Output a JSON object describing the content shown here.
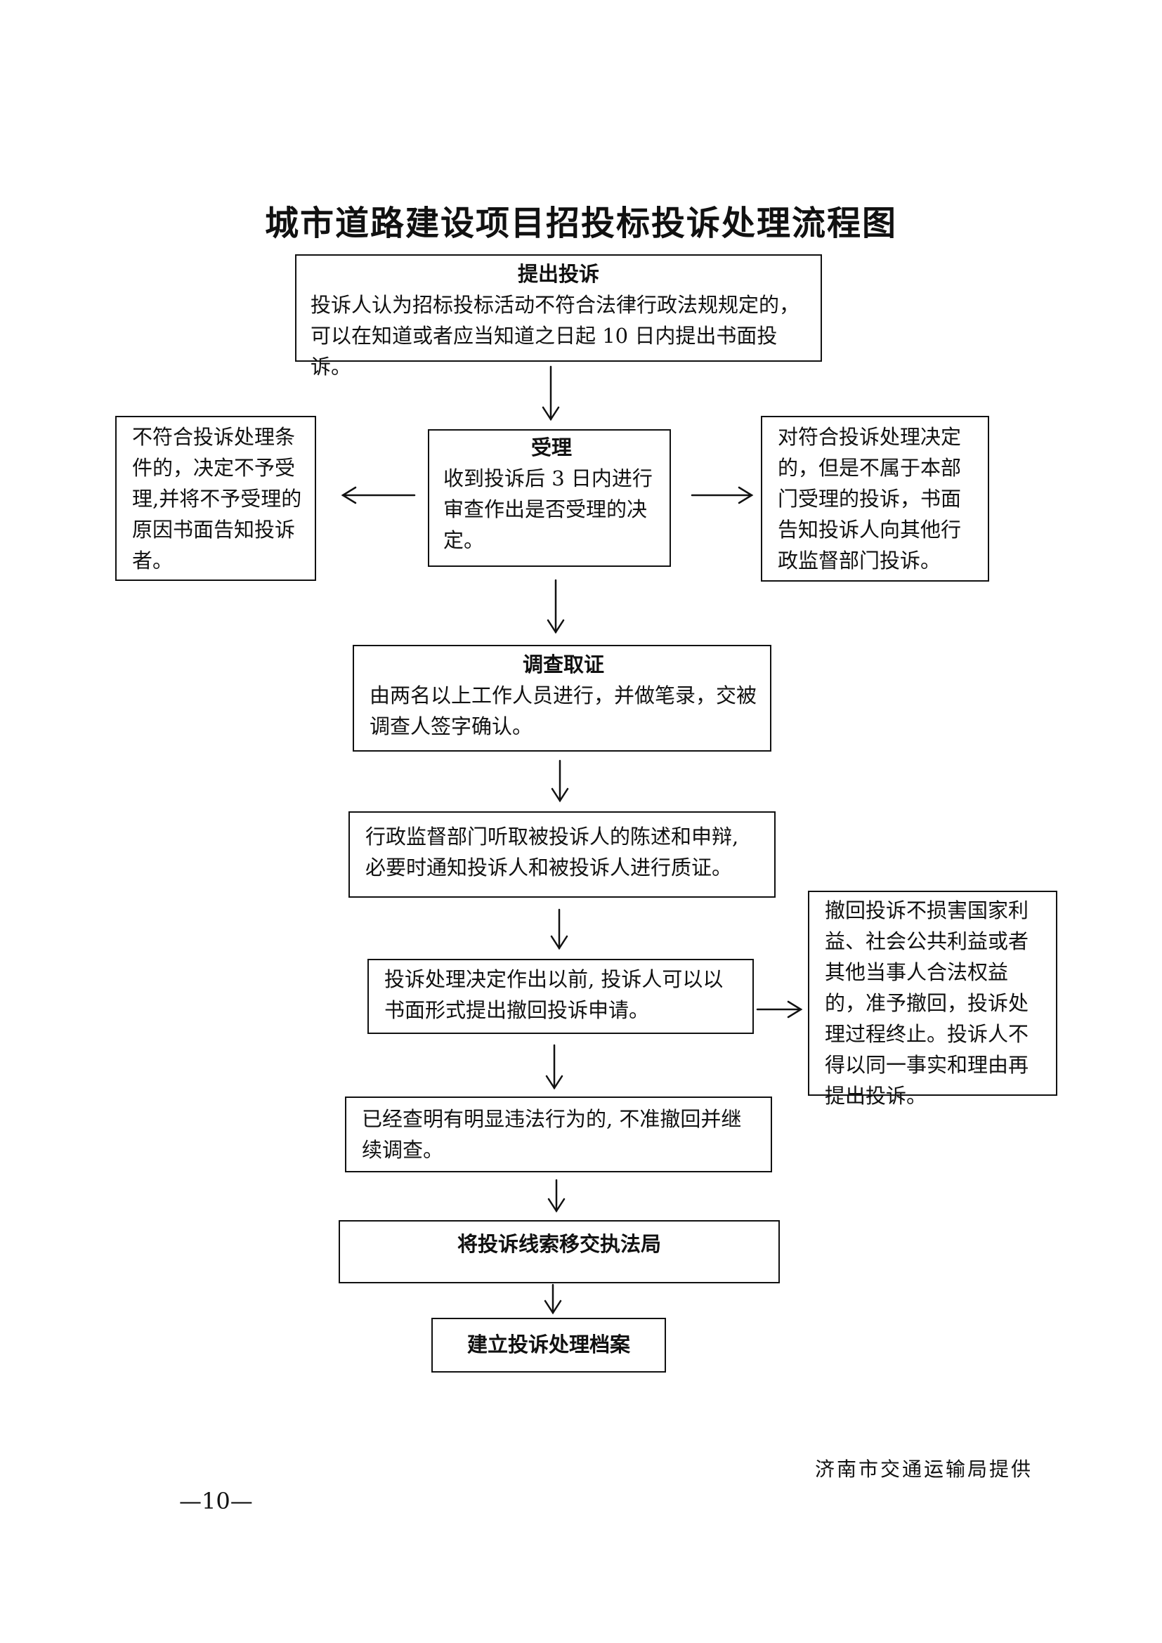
{
  "title": "城市道路建设项目招投标投诉处理流程图",
  "nodes": {
    "submit": {
      "heading": "提出投诉",
      "text": "投诉人认为招标投标活动不符合法律行政法规规定的，可以在知道或者应当知道之日起 10 日内提出书面投诉。"
    },
    "accept": {
      "heading": "受理",
      "text": "收到投诉后 3 日内进行审查作出是否受理的决定。"
    },
    "reject": {
      "text": "不符合投诉处理条件的，决定不予受理,并将不予受理的原因书面告知投诉者。"
    },
    "redirect": {
      "text": "对符合投诉处理决定的，但是不属于本部门受理的投诉，书面告知投诉人向其他行政监督部门投诉。"
    },
    "investigate": {
      "heading": "调查取证",
      "text": "由两名以上工作人员进行，并做笔录，交被调查人签字确认。"
    },
    "hearing": {
      "text": "行政监督部门听取被投诉人的陈述和申辩, 必要时通知投诉人和被投诉人进行质证。"
    },
    "withdraw": {
      "text": "投诉处理决定作出以前, 投诉人可以以书面形式提出撤回投诉申请。"
    },
    "withdraw_result": {
      "text": "撤回投诉不损害国家利益、社会公共利益或者其他当事人合法权益的，准予撤回，投诉处理过程终止。投诉人不得以同一事实和理由再提出投诉。"
    },
    "no_withdraw": {
      "text": "已经查明有明显违法行为的, 不准撤回并继续调查。"
    },
    "transfer": {
      "text": "将投诉线索移交执法局"
    },
    "archive": {
      "text": "建立投诉处理档案"
    }
  },
  "provider": "济南市交通运输局提供",
  "page_number": "—10—"
}
